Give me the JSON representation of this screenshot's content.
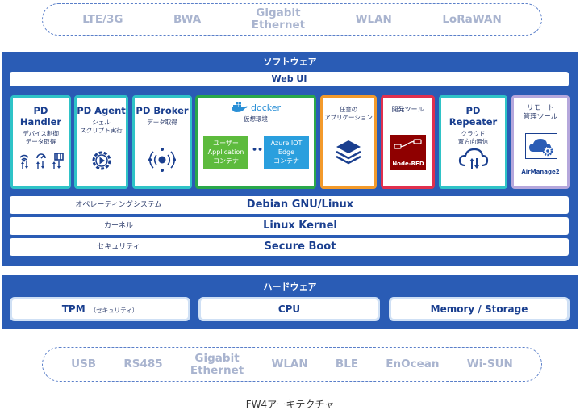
{
  "top_network": [
    "LTE/3G",
    "BWA",
    "Gigabit\nEthernet",
    "WLAN",
    "LoRaWAN"
  ],
  "software": {
    "title": "ソフトウェア",
    "webui": "Web UI",
    "cards": {
      "pd_handler": {
        "title": "PD Handler",
        "sub": "デバイス制御\nデータ取得"
      },
      "pd_agent": {
        "title": "PD Agent",
        "sub": "シェル\nスクリプト実行"
      },
      "pd_broker": {
        "title": "PD Broker",
        "sub": "データ取得"
      },
      "docker": {
        "logo": "docker",
        "sub": "仮想環境",
        "user_container": "ユーザー\nApplication\nコンテナ",
        "azure_container": "Azure IOT\nEdge\nコンテナ"
      },
      "apps": {
        "sub": "任意の\nアプリケーション"
      },
      "devtools": {
        "sub": "開発ツール",
        "node_red": "Node-RED"
      },
      "pd_repeater": {
        "title": "PD Repeater",
        "sub": "クラウド\n双方向通信"
      },
      "remote": {
        "title": "リモート\n管理ツール",
        "airmanage": "AirManage2"
      }
    },
    "layers": [
      {
        "small": "オペレーティングシステム",
        "big": "Debian GNU/Linux"
      },
      {
        "small": "カーネル",
        "big": "Linux Kernel"
      },
      {
        "small": "セキュリティ",
        "big": "Secure Boot"
      }
    ]
  },
  "hardware": {
    "title": "ハードウェア",
    "tpm": "TPM",
    "tpm_note": "（セキュリティ）",
    "cpu": "CPU",
    "memory": "Memory / Storage"
  },
  "bottom_network": [
    "USB",
    "RS485",
    "Gigabit\nEthernet",
    "WLAN",
    "BLE",
    "EnOcean",
    "Wi-SUN"
  ],
  "caption": "FW4アーキテクチャ",
  "colors": {
    "panel": "#2a5cb5",
    "teal": "#2fc3c7",
    "green": "#2aa84a",
    "orange": "#f39a2b",
    "red": "#e0304e",
    "violet": "#b5a7dc"
  }
}
